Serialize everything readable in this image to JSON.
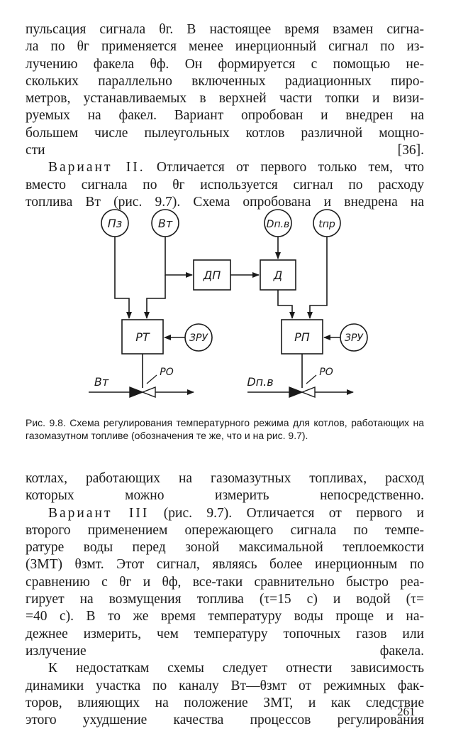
{
  "top_text": {
    "lines": [
      "пульсация сигнала θг. В настоящее время взамен сигна-",
      "ла по θг применяется менее инерционный сигнал по из-",
      "лучению факела θф. Он формируется с помощью не-",
      "скольких параллельно включенных радиационных пиро-",
      "метров, устанавливаемых в верхней части топки и визи-",
      "руемых на факел. Вариант опробован и внедрен на",
      "большем числе пылеугольных котлов различной мощно-",
      "сти [36]."
    ],
    "variant2_label": "Вариант II.",
    "variant2_lines": [
      " Отличается от первого только тем, что",
      "вместо сигнала по θг используется сигнал по расходу",
      "топлива Bт (рис. 9.7). Схема опробована и внедрена на"
    ]
  },
  "figure": {
    "nodes": {
      "pz": "Пз",
      "bt": "Вт",
      "dpv": "Dп.в",
      "tpr": "tпр",
      "dp": "ДП",
      "d": "Д",
      "rt": "РТ",
      "rp": "РП",
      "zru_left": "ЗРУ",
      "zru_right": "ЗРУ",
      "ro_left": "РО",
      "ro_right": "РО",
      "flow_left": "Вт",
      "flow_right": "Dп.в"
    }
  },
  "caption": {
    "label": "Рис. 9.8.",
    "text": " Схема регулирования температурного режима для котлов, работающих на газомазутном топливе (обозначения те же, что и на рис. 9.7)."
  },
  "bottom_text": {
    "p1_lines": [
      "котлах, работающих на газомазутных топливах, расход",
      "которых можно измерить непосредственно."
    ],
    "variant3_label": "Вариант III",
    "variant3_lines": [
      " (рис. 9.7). Отличается от первого и",
      "второго применением опережающего сигнала по темпе-",
      "ратуре воды перед зоной максимальной теплоемкости",
      "(ЗМТ) θзмт. Этот сигнал, являясь более инерционным по",
      "сравнению с θг и θф, все-таки сравнительно быстро реа-",
      "гирует на возмущения топлива (τ=15 с) и водой (τ=",
      "=40 с). В то же время температуру воды проще и на-",
      "дежнее измерить, чем температуру топочных газов или",
      "излучение факела."
    ],
    "p3_lines": [
      "К недостаткам схемы следует отнести зависимость",
      "динамики участка по каналу Вт—θзмт от режимных фак-",
      "торов, влияющих на положение ЗМТ, и как следствие",
      "этого ухудшение качества процессов регулирования"
    ]
  },
  "page_number": "261"
}
